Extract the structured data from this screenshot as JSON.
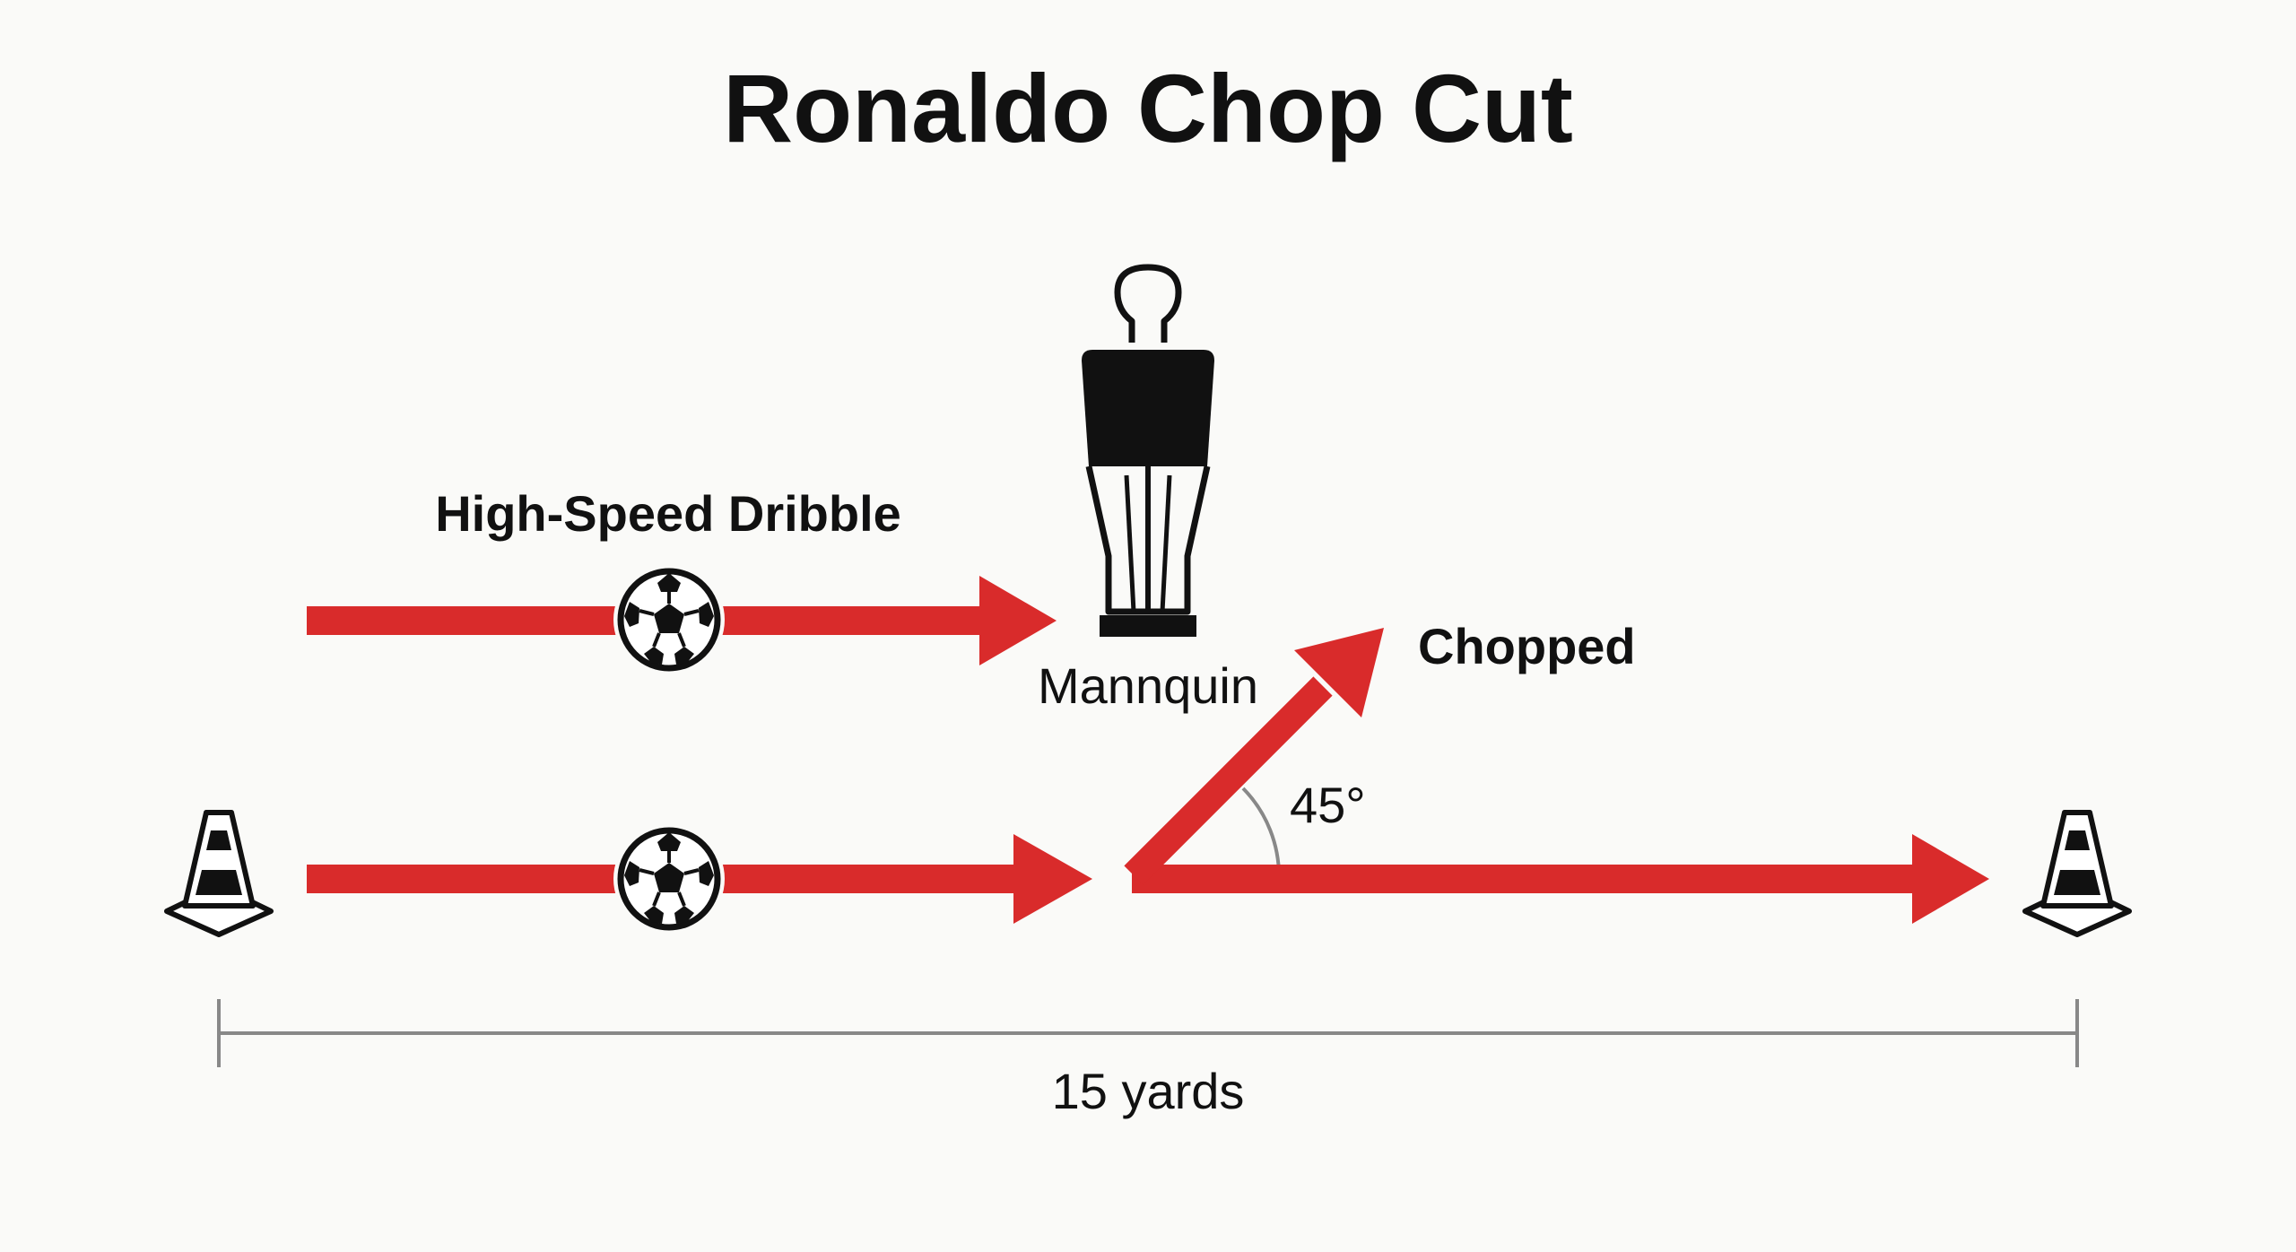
{
  "title": "Ronaldo Chop Cut",
  "labels": {
    "dribble": "High-Speed Dribble",
    "mannequin": "Mannquin",
    "chopped": "Chopped",
    "angle": "45°",
    "distance": "15 yards"
  },
  "icons": {
    "ball": "soccer-ball-icon",
    "cone": "traffic-cone-icon",
    "mannequin": "training-mannequin-icon"
  },
  "colors": {
    "arrow": "#d92b2b",
    "ink": "#111111",
    "measure_line": "#888888",
    "background": "#fafaf8"
  }
}
